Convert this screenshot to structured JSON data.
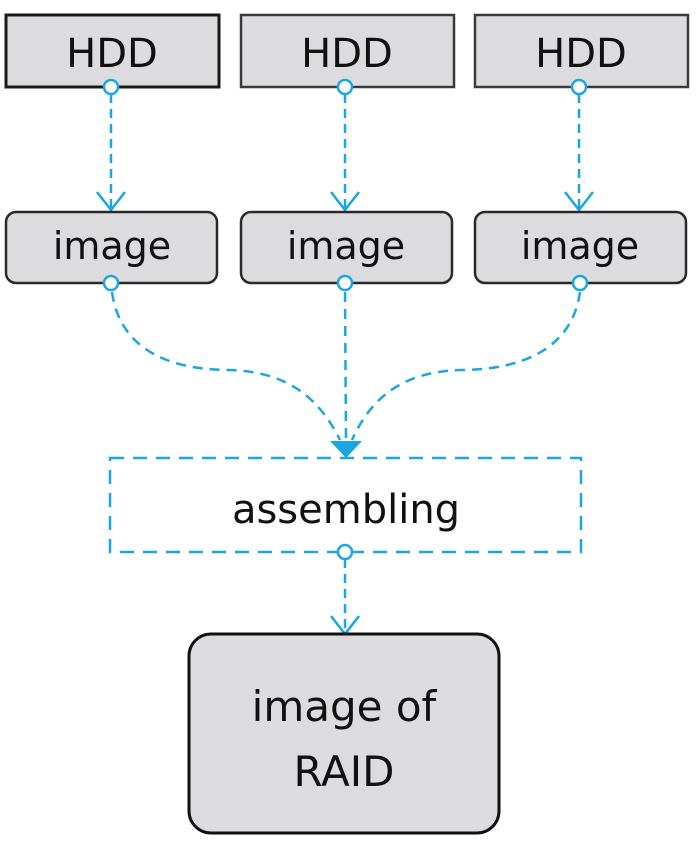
{
  "diagram": {
    "title": "RAID image assembling workflow",
    "colors": {
      "box_fill": "#dcdcde",
      "box_stroke": "#1a1a1a",
      "connector": "#1aa6e0",
      "text": "#111111"
    },
    "disks": [
      {
        "label": "HDD"
      },
      {
        "label": "HDD"
      },
      {
        "label": "HDD"
      }
    ],
    "images": [
      {
        "label": "image"
      },
      {
        "label": "image"
      },
      {
        "label": "image"
      }
    ],
    "assembling": {
      "label": "assembling"
    },
    "result": {
      "line1": "image of",
      "line2": "RAID"
    },
    "edges": [
      {
        "from": "HDD 1",
        "to": "image 1"
      },
      {
        "from": "HDD 2",
        "to": "image 2"
      },
      {
        "from": "HDD 3",
        "to": "image 3"
      },
      {
        "from": "image 1",
        "to": "assembling"
      },
      {
        "from": "image 2",
        "to": "assembling"
      },
      {
        "from": "image 3",
        "to": "assembling"
      },
      {
        "from": "assembling",
        "to": "image of RAID"
      }
    ]
  }
}
